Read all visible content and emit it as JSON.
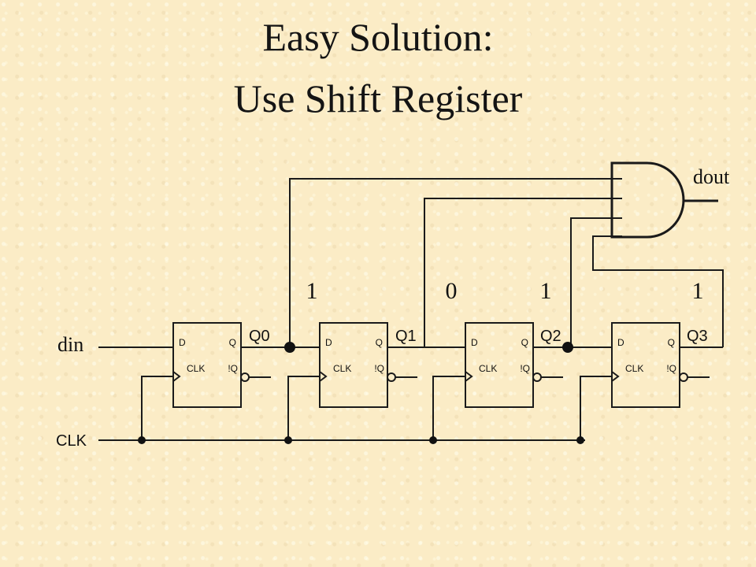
{
  "title": {
    "line1": "Easy Solution:",
    "line2": "Use Shift Register"
  },
  "signals": {
    "din": "din",
    "clk": "CLK",
    "dout": "dout"
  },
  "flipflops": [
    {
      "d": "D",
      "q": "Q",
      "clk": "CLK",
      "nq": "!Q",
      "output": "Q0",
      "value": "1"
    },
    {
      "d": "D",
      "q": "Q",
      "clk": "CLK",
      "nq": "!Q",
      "output": "Q1",
      "value": "0"
    },
    {
      "d": "D",
      "q": "Q",
      "clk": "CLK",
      "nq": "!Q",
      "output": "Q2",
      "value": "1"
    },
    {
      "d": "D",
      "q": "Q",
      "clk": "CLK",
      "nq": "!Q",
      "output": "Q3",
      "value": "1"
    }
  ]
}
